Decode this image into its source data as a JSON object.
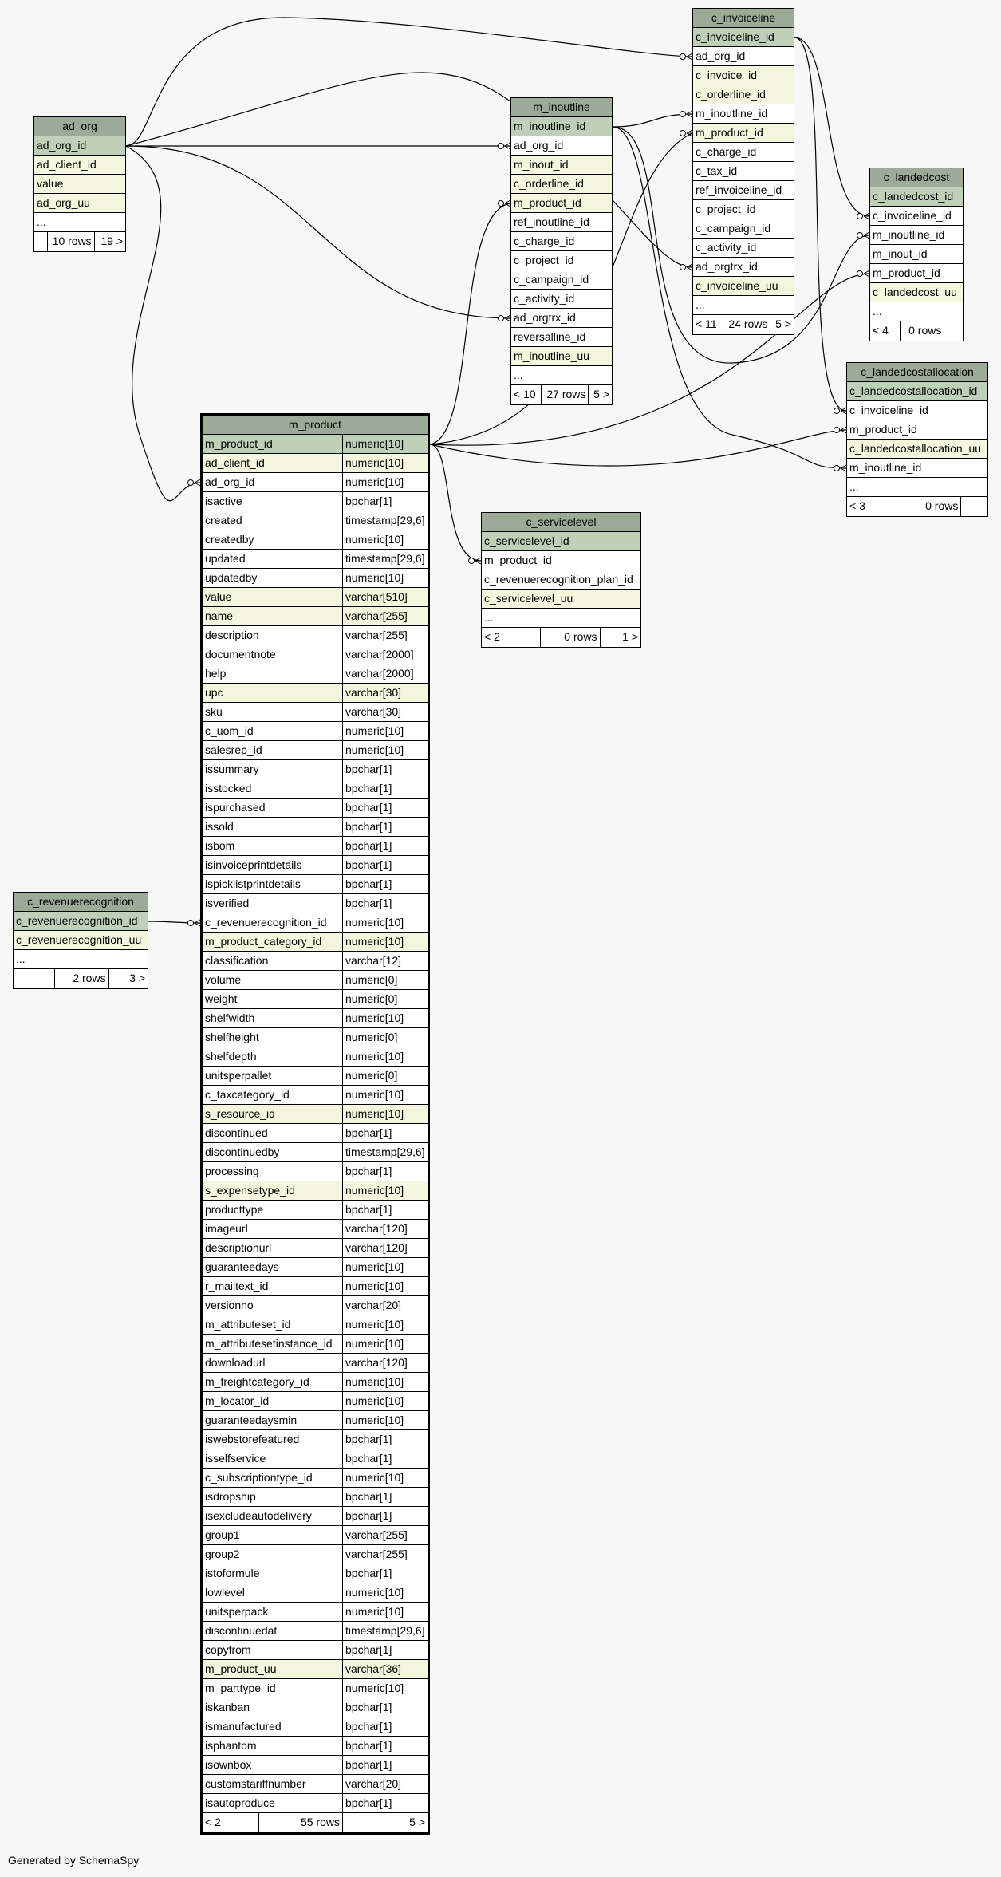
{
  "footer": "Generated by SchemaSpy",
  "tables": {
    "ad_org": {
      "name": "ad_org",
      "rows": [
        {
          "cols": [
            "ad_org_id"
          ],
          "kind": "pk"
        },
        {
          "cols": [
            "ad_client_id"
          ],
          "kind": "idx"
        },
        {
          "cols": [
            "value"
          ],
          "kind": "idx"
        },
        {
          "cols": [
            "ad_org_uu"
          ],
          "kind": "idx"
        },
        {
          "cols": [
            "..."
          ],
          "kind": "more"
        }
      ],
      "stats": [
        "",
        "10 rows",
        "19 >"
      ]
    },
    "m_inoutline": {
      "name": "m_inoutline",
      "rows": [
        {
          "cols": [
            "m_inoutline_id"
          ],
          "kind": "pk"
        },
        {
          "cols": [
            "ad_org_id"
          ],
          "kind": "plain"
        },
        {
          "cols": [
            "m_inout_id"
          ],
          "kind": "idx"
        },
        {
          "cols": [
            "c_orderline_id"
          ],
          "kind": "idx"
        },
        {
          "cols": [
            "m_product_id"
          ],
          "kind": "idx"
        },
        {
          "cols": [
            "ref_inoutline_id"
          ],
          "kind": "plain"
        },
        {
          "cols": [
            "c_charge_id"
          ],
          "kind": "plain"
        },
        {
          "cols": [
            "c_project_id"
          ],
          "kind": "plain"
        },
        {
          "cols": [
            "c_campaign_id"
          ],
          "kind": "plain"
        },
        {
          "cols": [
            "c_activity_id"
          ],
          "kind": "plain"
        },
        {
          "cols": [
            "ad_orgtrx_id"
          ],
          "kind": "plain"
        },
        {
          "cols": [
            "reversalline_id"
          ],
          "kind": "plain"
        },
        {
          "cols": [
            "m_inoutline_uu"
          ],
          "kind": "idx"
        },
        {
          "cols": [
            "..."
          ],
          "kind": "more"
        }
      ],
      "stats": [
        "< 10",
        "27 rows",
        "5 >"
      ]
    },
    "c_invoiceline": {
      "name": "c_invoiceline",
      "rows": [
        {
          "cols": [
            "c_invoiceline_id"
          ],
          "kind": "pk"
        },
        {
          "cols": [
            "ad_org_id"
          ],
          "kind": "plain"
        },
        {
          "cols": [
            "c_invoice_id"
          ],
          "kind": "idx"
        },
        {
          "cols": [
            "c_orderline_id"
          ],
          "kind": "idx"
        },
        {
          "cols": [
            "m_inoutline_id"
          ],
          "kind": "plain"
        },
        {
          "cols": [
            "m_product_id"
          ],
          "kind": "idx"
        },
        {
          "cols": [
            "c_charge_id"
          ],
          "kind": "plain"
        },
        {
          "cols": [
            "c_tax_id"
          ],
          "kind": "plain"
        },
        {
          "cols": [
            "ref_invoiceline_id"
          ],
          "kind": "plain"
        },
        {
          "cols": [
            "c_project_id"
          ],
          "kind": "plain"
        },
        {
          "cols": [
            "c_campaign_id"
          ],
          "kind": "plain"
        },
        {
          "cols": [
            "c_activity_id"
          ],
          "kind": "plain"
        },
        {
          "cols": [
            "ad_orgtrx_id"
          ],
          "kind": "plain"
        },
        {
          "cols": [
            "c_invoiceline_uu"
          ],
          "kind": "idx"
        },
        {
          "cols": [
            "..."
          ],
          "kind": "more"
        }
      ],
      "stats": [
        "< 11",
        "24 rows",
        "5 >"
      ]
    },
    "c_landedcost": {
      "name": "c_landedcost",
      "rows": [
        {
          "cols": [
            "c_landedcost_id"
          ],
          "kind": "pk"
        },
        {
          "cols": [
            "c_invoiceline_id"
          ],
          "kind": "plain"
        },
        {
          "cols": [
            "m_inoutline_id"
          ],
          "kind": "plain"
        },
        {
          "cols": [
            "m_inout_id"
          ],
          "kind": "plain"
        },
        {
          "cols": [
            "m_product_id"
          ],
          "kind": "plain"
        },
        {
          "cols": [
            "c_landedcost_uu"
          ],
          "kind": "idx"
        },
        {
          "cols": [
            "..."
          ],
          "kind": "more"
        }
      ],
      "stats": [
        "< 4",
        "0 rows",
        ""
      ]
    },
    "c_landedcostallocation": {
      "name": "c_landedcostallocation",
      "rows": [
        {
          "cols": [
            "c_landedcostallocation_id"
          ],
          "kind": "pk"
        },
        {
          "cols": [
            "c_invoiceline_id"
          ],
          "kind": "plain"
        },
        {
          "cols": [
            "m_product_id"
          ],
          "kind": "plain"
        },
        {
          "cols": [
            "c_landedcostallocation_uu"
          ],
          "kind": "idx"
        },
        {
          "cols": [
            "m_inoutline_id"
          ],
          "kind": "plain"
        },
        {
          "cols": [
            "..."
          ],
          "kind": "more"
        }
      ],
      "stats": [
        "< 3",
        "0 rows",
        ""
      ]
    },
    "c_servicelevel": {
      "name": "c_servicelevel",
      "rows": [
        {
          "cols": [
            "c_servicelevel_id"
          ],
          "kind": "pk"
        },
        {
          "cols": [
            "m_product_id"
          ],
          "kind": "plain"
        },
        {
          "cols": [
            "c_revenuerecognition_plan_id"
          ],
          "kind": "plain"
        },
        {
          "cols": [
            "c_servicelevel_uu"
          ],
          "kind": "idx"
        },
        {
          "cols": [
            "..."
          ],
          "kind": "more"
        }
      ],
      "stats": [
        "< 2",
        "0 rows",
        "1 >"
      ]
    },
    "c_revenuerecognition": {
      "name": "c_revenuerecognition",
      "rows": [
        {
          "cols": [
            "c_revenuerecognition_id"
          ],
          "kind": "pk"
        },
        {
          "cols": [
            "c_revenuerecognition_uu"
          ],
          "kind": "idx"
        },
        {
          "cols": [
            "..."
          ],
          "kind": "more"
        }
      ],
      "stats": [
        "",
        "2 rows",
        "3 >"
      ]
    },
    "m_product": {
      "name": "m_product",
      "rows": [
        {
          "cols": [
            "m_product_id",
            "numeric[10]"
          ],
          "kind": "pk"
        },
        {
          "cols": [
            "ad_client_id",
            "numeric[10]"
          ],
          "kind": "idx"
        },
        {
          "cols": [
            "ad_org_id",
            "numeric[10]"
          ],
          "kind": "plain"
        },
        {
          "cols": [
            "isactive",
            "bpchar[1]"
          ],
          "kind": "plain"
        },
        {
          "cols": [
            "created",
            "timestamp[29,6]"
          ],
          "kind": "plain"
        },
        {
          "cols": [
            "createdby",
            "numeric[10]"
          ],
          "kind": "plain"
        },
        {
          "cols": [
            "updated",
            "timestamp[29,6]"
          ],
          "kind": "plain"
        },
        {
          "cols": [
            "updatedby",
            "numeric[10]"
          ],
          "kind": "plain"
        },
        {
          "cols": [
            "value",
            "varchar[510]"
          ],
          "kind": "idx"
        },
        {
          "cols": [
            "name",
            "varchar[255]"
          ],
          "kind": "idx"
        },
        {
          "cols": [
            "description",
            "varchar[255]"
          ],
          "kind": "plain"
        },
        {
          "cols": [
            "documentnote",
            "varchar[2000]"
          ],
          "kind": "plain"
        },
        {
          "cols": [
            "help",
            "varchar[2000]"
          ],
          "kind": "plain"
        },
        {
          "cols": [
            "upc",
            "varchar[30]"
          ],
          "kind": "idx"
        },
        {
          "cols": [
            "sku",
            "varchar[30]"
          ],
          "kind": "plain"
        },
        {
          "cols": [
            "c_uom_id",
            "numeric[10]"
          ],
          "kind": "plain"
        },
        {
          "cols": [
            "salesrep_id",
            "numeric[10]"
          ],
          "kind": "plain"
        },
        {
          "cols": [
            "issummary",
            "bpchar[1]"
          ],
          "kind": "plain"
        },
        {
          "cols": [
            "isstocked",
            "bpchar[1]"
          ],
          "kind": "plain"
        },
        {
          "cols": [
            "ispurchased",
            "bpchar[1]"
          ],
          "kind": "plain"
        },
        {
          "cols": [
            "issold",
            "bpchar[1]"
          ],
          "kind": "plain"
        },
        {
          "cols": [
            "isbom",
            "bpchar[1]"
          ],
          "kind": "plain"
        },
        {
          "cols": [
            "isinvoiceprintdetails",
            "bpchar[1]"
          ],
          "kind": "plain"
        },
        {
          "cols": [
            "ispicklistprintdetails",
            "bpchar[1]"
          ],
          "kind": "plain"
        },
        {
          "cols": [
            "isverified",
            "bpchar[1]"
          ],
          "kind": "plain"
        },
        {
          "cols": [
            "c_revenuerecognition_id",
            "numeric[10]"
          ],
          "kind": "plain"
        },
        {
          "cols": [
            "m_product_category_id",
            "numeric[10]"
          ],
          "kind": "idx"
        },
        {
          "cols": [
            "classification",
            "varchar[12]"
          ],
          "kind": "plain"
        },
        {
          "cols": [
            "volume",
            "numeric[0]"
          ],
          "kind": "plain"
        },
        {
          "cols": [
            "weight",
            "numeric[0]"
          ],
          "kind": "plain"
        },
        {
          "cols": [
            "shelfwidth",
            "numeric[10]"
          ],
          "kind": "plain"
        },
        {
          "cols": [
            "shelfheight",
            "numeric[0]"
          ],
          "kind": "plain"
        },
        {
          "cols": [
            "shelfdepth",
            "numeric[10]"
          ],
          "kind": "plain"
        },
        {
          "cols": [
            "unitsperpallet",
            "numeric[0]"
          ],
          "kind": "plain"
        },
        {
          "cols": [
            "c_taxcategory_id",
            "numeric[10]"
          ],
          "kind": "plain"
        },
        {
          "cols": [
            "s_resource_id",
            "numeric[10]"
          ],
          "kind": "idx"
        },
        {
          "cols": [
            "discontinued",
            "bpchar[1]"
          ],
          "kind": "plain"
        },
        {
          "cols": [
            "discontinuedby",
            "timestamp[29,6]"
          ],
          "kind": "plain"
        },
        {
          "cols": [
            "processing",
            "bpchar[1]"
          ],
          "kind": "plain"
        },
        {
          "cols": [
            "s_expensetype_id",
            "numeric[10]"
          ],
          "kind": "idx"
        },
        {
          "cols": [
            "producttype",
            "bpchar[1]"
          ],
          "kind": "plain"
        },
        {
          "cols": [
            "imageurl",
            "varchar[120]"
          ],
          "kind": "plain"
        },
        {
          "cols": [
            "descriptionurl",
            "varchar[120]"
          ],
          "kind": "plain"
        },
        {
          "cols": [
            "guaranteedays",
            "numeric[10]"
          ],
          "kind": "plain"
        },
        {
          "cols": [
            "r_mailtext_id",
            "numeric[10]"
          ],
          "kind": "plain"
        },
        {
          "cols": [
            "versionno",
            "varchar[20]"
          ],
          "kind": "plain"
        },
        {
          "cols": [
            "m_attributeset_id",
            "numeric[10]"
          ],
          "kind": "plain"
        },
        {
          "cols": [
            "m_attributesetinstance_id",
            "numeric[10]"
          ],
          "kind": "plain"
        },
        {
          "cols": [
            "downloadurl",
            "varchar[120]"
          ],
          "kind": "plain"
        },
        {
          "cols": [
            "m_freightcategory_id",
            "numeric[10]"
          ],
          "kind": "plain"
        },
        {
          "cols": [
            "m_locator_id",
            "numeric[10]"
          ],
          "kind": "plain"
        },
        {
          "cols": [
            "guaranteedaysmin",
            "numeric[10]"
          ],
          "kind": "plain"
        },
        {
          "cols": [
            "iswebstorefeatured",
            "bpchar[1]"
          ],
          "kind": "plain"
        },
        {
          "cols": [
            "isselfservice",
            "bpchar[1]"
          ],
          "kind": "plain"
        },
        {
          "cols": [
            "c_subscriptiontype_id",
            "numeric[10]"
          ],
          "kind": "plain"
        },
        {
          "cols": [
            "isdropship",
            "bpchar[1]"
          ],
          "kind": "plain"
        },
        {
          "cols": [
            "isexcludeautodelivery",
            "bpchar[1]"
          ],
          "kind": "plain"
        },
        {
          "cols": [
            "group1",
            "varchar[255]"
          ],
          "kind": "plain"
        },
        {
          "cols": [
            "group2",
            "varchar[255]"
          ],
          "kind": "plain"
        },
        {
          "cols": [
            "istoformule",
            "bpchar[1]"
          ],
          "kind": "plain"
        },
        {
          "cols": [
            "lowlevel",
            "numeric[10]"
          ],
          "kind": "plain"
        },
        {
          "cols": [
            "unitsperpack",
            "numeric[10]"
          ],
          "kind": "plain"
        },
        {
          "cols": [
            "discontinuedat",
            "timestamp[29,6]"
          ],
          "kind": "plain"
        },
        {
          "cols": [
            "copyfrom",
            "bpchar[1]"
          ],
          "kind": "plain"
        },
        {
          "cols": [
            "m_product_uu",
            "varchar[36]"
          ],
          "kind": "idx"
        },
        {
          "cols": [
            "m_parttype_id",
            "numeric[10]"
          ],
          "kind": "plain"
        },
        {
          "cols": [
            "iskanban",
            "bpchar[1]"
          ],
          "kind": "plain"
        },
        {
          "cols": [
            "ismanufactured",
            "bpchar[1]"
          ],
          "kind": "plain"
        },
        {
          "cols": [
            "isphantom",
            "bpchar[1]"
          ],
          "kind": "plain"
        },
        {
          "cols": [
            "isownbox",
            "bpchar[1]"
          ],
          "kind": "plain"
        },
        {
          "cols": [
            "customstariffnumber",
            "varchar[20]"
          ],
          "kind": "plain"
        },
        {
          "cols": [
            "isautoproduce",
            "bpchar[1]"
          ],
          "kind": "plain"
        }
      ],
      "stats": [
        "< 2",
        "55 rows",
        "5 >"
      ]
    }
  }
}
